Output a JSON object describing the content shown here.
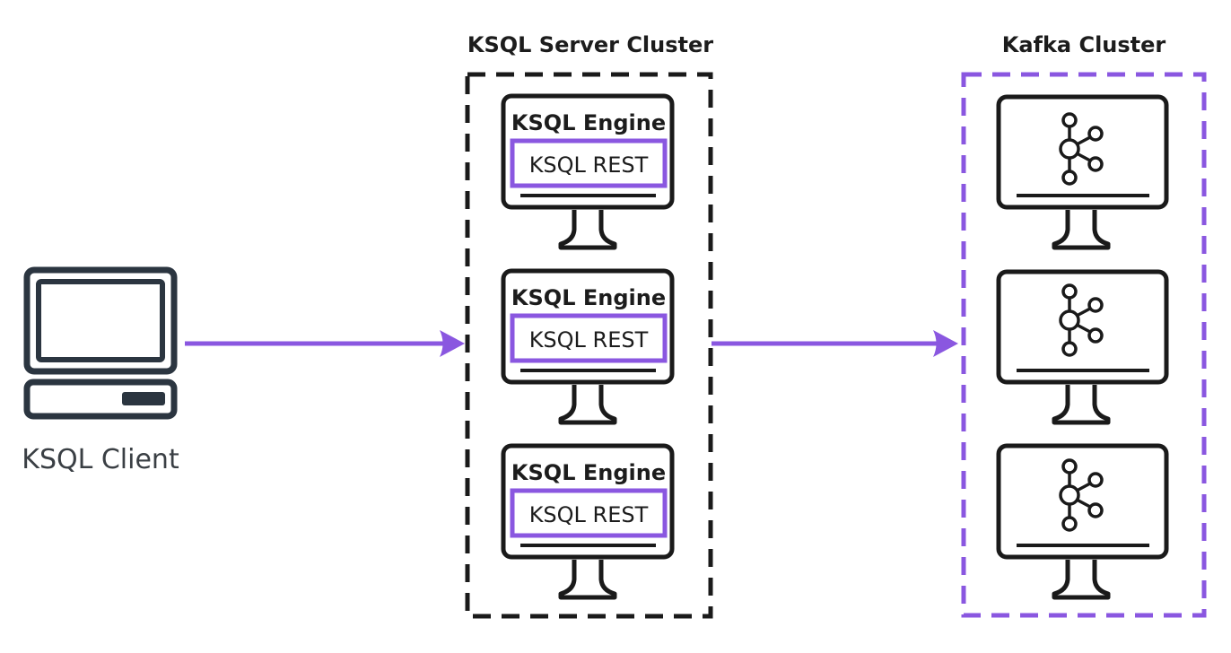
{
  "client": {
    "label": "KSQL Client",
    "icon": "desktop-computer-icon"
  },
  "ksql_cluster": {
    "title": "KSQL Server Cluster",
    "servers": [
      {
        "engine_label": "KSQL Engine",
        "rest_label": "KSQL REST"
      },
      {
        "engine_label": "KSQL Engine",
        "rest_label": "KSQL REST"
      },
      {
        "engine_label": "KSQL Engine",
        "rest_label": "KSQL REST"
      }
    ]
  },
  "kafka_cluster": {
    "title": "Kafka Cluster",
    "brokers": [
      {
        "icon": "kafka-logo-icon"
      },
      {
        "icon": "kafka-logo-icon"
      },
      {
        "icon": "kafka-logo-icon"
      }
    ]
  },
  "colors": {
    "accent": "#8a57e0",
    "stroke": "#1a1a1a",
    "client_icon": "#2b3540",
    "client_text": "#3a3f44"
  }
}
